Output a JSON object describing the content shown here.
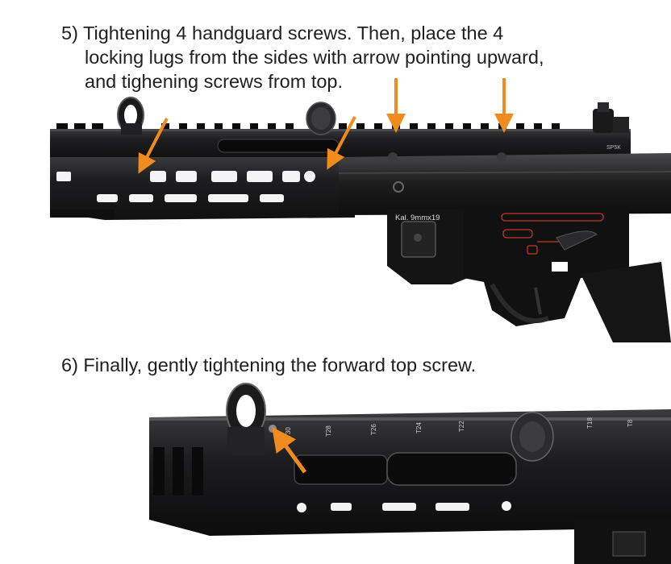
{
  "step5": {
    "lines": [
      "5) Tightening 4 handguard screws.  Then, place the 4",
      "locking lugs from the sides with arrow pointing upward,",
      "and tighening screws from top."
    ]
  },
  "step6": {
    "text": "6) Finally, gently tightening the forward top screw."
  },
  "photo1": {
    "receiver_marking": "Kal. 9mmx19",
    "small_marking": "SP5K"
  },
  "photo2": {
    "rail_markings": [
      "T30",
      "T28",
      "T26",
      "T24",
      "T22",
      "T18",
      "T8"
    ]
  },
  "colors": {
    "arrow": "#f08c1e",
    "metal": "#1b1b1c",
    "highlight": "#3a3a3c",
    "trigger_red": "#c0392b"
  }
}
